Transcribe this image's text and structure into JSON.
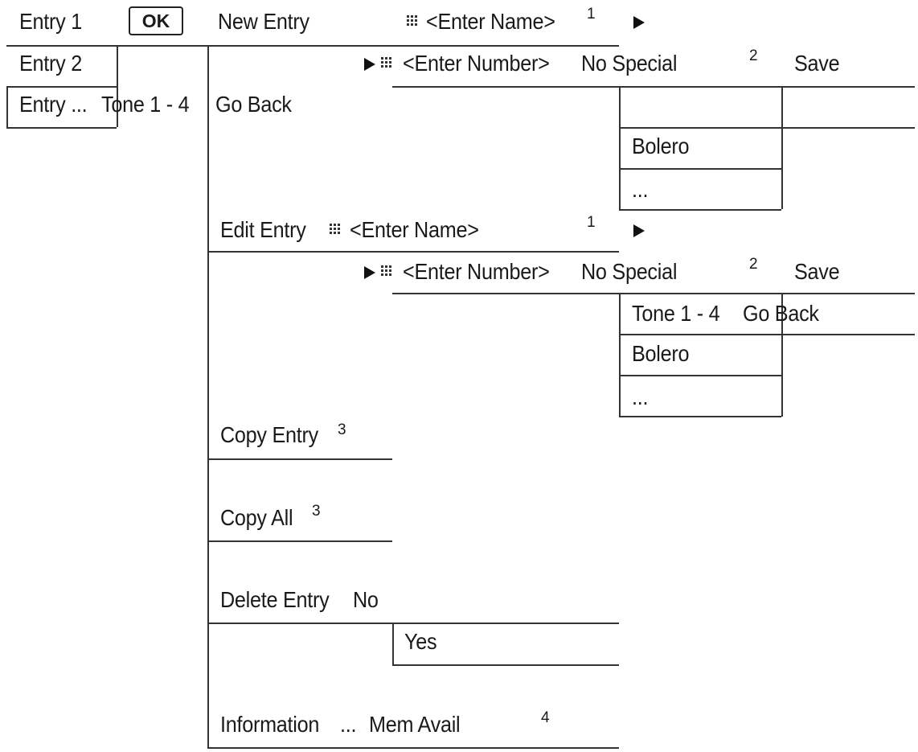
{
  "entries": {
    "entry1": "Entry 1",
    "entry2": "Entry 2",
    "entry_more": "Entry ..."
  },
  "ok_label": "OK",
  "top_tone": {
    "label": "Tone 1 - 4",
    "go_back": "Go Back"
  },
  "new_entry": {
    "label": "New Entry",
    "name_field": "<Enter Name>",
    "name_note": "1",
    "number_field": "<Enter Number>",
    "no_special": "No Special",
    "number_note": "2",
    "save": "Save",
    "options": [
      "Bolero",
      "..."
    ]
  },
  "edit_entry": {
    "label": "Edit Entry",
    "name_field": "<Enter Name>",
    "name_note": "1",
    "number_field": "<Enter Number>",
    "no_special": "No Special",
    "number_note": "2",
    "save": "Save",
    "tone": "Tone 1 - 4",
    "go_back": "Go Back",
    "options": [
      "Bolero",
      "..."
    ]
  },
  "copy_entry": {
    "label": "Copy Entry",
    "note": "3"
  },
  "copy_all": {
    "label": "Copy All",
    "note": "3"
  },
  "delete_entry": {
    "label": "Delete Entry",
    "no": "No",
    "yes": "Yes"
  },
  "information": {
    "label": "Information",
    "ellipsis": "...",
    "mem_avail": "Mem Avail",
    "note": "4"
  },
  "icons": {
    "arrow": "arrow-right-icon",
    "keypad": "keypad-icon"
  },
  "colors": {
    "line": "#333333",
    "text": "#1a1a1a"
  }
}
